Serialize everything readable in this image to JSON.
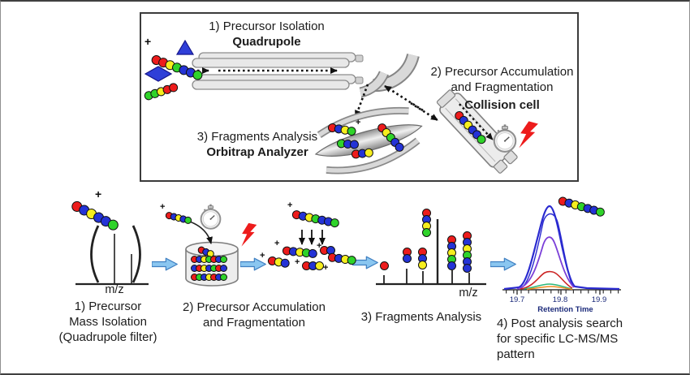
{
  "figure": {
    "background": "#ffffff",
    "description": "Targeted LC-MS/MS (PRM) instrument scheme and workflow"
  },
  "colors": {
    "R": "#ed1c1c",
    "B": "#2433d6",
    "Y": "#f6ee1e",
    "G": "#2fd32a",
    "shape_blue": "#2f3fd8",
    "shape_blue_stroke": "#15158c",
    "arrow_fill": "#8ac6f0",
    "arrow_stroke": "#3f7fc1",
    "bolt_red": "#ed1c1c",
    "navy": "#1b2a7a",
    "trace_blue": "#2a2ad0",
    "trace_purple": "#7b3fd8",
    "trace_red": "#cc2525",
    "trace_green": "#2db87a",
    "trace_orange": "#f08a1d"
  },
  "icons": {
    "stopwatch": "stopwatch-icon",
    "lightning": "lightning-bolt-icon",
    "flow_arrow": "blue-right-arrow-icon",
    "ion_path": "dotted-arrow-icon"
  },
  "panel": {
    "step1_line1": "1) Precursor Isolation",
    "step1_line2": "Quadrupole",
    "step2_line1": "2) Precursor Accumulation",
    "step2_line2": "and Fragmentation",
    "step2_line3": "Collision cell",
    "step3_line1": "3) Fragments Analysis",
    "step3_line2": "Orbitrap Analyzer"
  },
  "flow": {
    "charge": "+",
    "mz_label": "m/z",
    "step1_label": [
      "1) Precursor",
      "Mass Isolation",
      "(Quadrupole filter)"
    ],
    "step2_label": [
      "2) Precursor Accumulation",
      "and Fragmentation"
    ],
    "step3_label": "3) Fragments Analysis",
    "step4_label": [
      "4) Post analysis search",
      "for specific LC-MS/MS",
      "pattern"
    ],
    "rt_axis": {
      "ticks": [
        "19.7",
        "19.8",
        "19.9"
      ],
      "label": "Retention Time"
    }
  },
  "molecules": {
    "ion_top_a": [
      "R",
      "R",
      "Y",
      "G",
      "B",
      "B",
      "G"
    ],
    "ion_top_b": [
      "G",
      "G",
      "Y",
      "R",
      "R"
    ],
    "collision_chain": [
      "R",
      "B",
      "Y",
      "B",
      "B",
      "G"
    ],
    "orbit_c1": [
      "R",
      "B",
      "Y",
      "G"
    ],
    "orbit_c2": [
      "G",
      "B",
      "B"
    ],
    "orbit_c3": [
      "R",
      "B",
      "Y"
    ],
    "orbit_c4": [
      "R",
      "Y",
      "G",
      "B",
      "B"
    ],
    "precursor": [
      "R",
      "B",
      "Y",
      "B",
      "B",
      "G"
    ],
    "precursor_small": [
      "R",
      "B",
      "Y",
      "B",
      "G"
    ],
    "trap_row1": [
      "R",
      "B",
      "Y",
      "G",
      "R",
      "B",
      "G"
    ],
    "trap_row2": [
      "B",
      "R",
      "Y",
      "B",
      "G",
      "R",
      "B"
    ],
    "trap_row3": [
      "R",
      "G",
      "B",
      "Y",
      "R",
      "B",
      "G"
    ],
    "trap_enter": [
      "R",
      "B",
      "Y"
    ],
    "frag_parent": [
      "R",
      "B",
      "Y",
      "G",
      "B",
      "B",
      "G"
    ],
    "frag_p1": [
      "R",
      "B",
      "Y",
      "G",
      "B"
    ],
    "frag_p2": [
      "R",
      "B"
    ],
    "frag_p3": [
      "R",
      "Y",
      "B"
    ],
    "frag_p4": [
      "R",
      "B",
      "Y"
    ],
    "frag_p5": [
      "R",
      "B",
      "Y",
      "G"
    ],
    "stack1": [
      "R"
    ],
    "stack2": [
      "R",
      "B"
    ],
    "stack3": [
      "R",
      "B",
      "Y"
    ],
    "stack4": [
      "R",
      "B",
      "Y",
      "G"
    ],
    "stack5": [
      "R",
      "B",
      "Y",
      "G",
      "B"
    ],
    "stack6": [
      "R",
      "B",
      "Y",
      "G",
      "B",
      "B"
    ],
    "eluting": [
      "R",
      "B",
      "Y",
      "G",
      "B",
      "B",
      "G"
    ]
  },
  "chart_data": [
    {
      "type": "bar",
      "title": "Precursor isolation spectrum",
      "xlabel": "m/z",
      "peaks_rel_height": [
        100,
        58
      ],
      "note": "two peaks inside quadrupole isolation brackets"
    },
    {
      "type": "bar",
      "title": "Fragment spectrum",
      "xlabel": "m/z",
      "peaks_rel_height": [
        14,
        24,
        20,
        100,
        21,
        17
      ],
      "note": "each peak capped by growing fragment bead ladder"
    },
    {
      "type": "line",
      "title": "Extracted LC-MS/MS chromatogram",
      "xlabel": "Retention Time",
      "x_ticks": [
        19.7,
        19.8,
        19.9
      ],
      "peak_rt": 19.76,
      "series": [
        {
          "name": "blue",
          "rel_height": 100
        },
        {
          "name": "purple",
          "rel_height": 66
        },
        {
          "name": "red",
          "rel_height": 22
        },
        {
          "name": "green",
          "rel_height": 7
        },
        {
          "name": "orange",
          "rel_height": 3
        }
      ]
    }
  ]
}
